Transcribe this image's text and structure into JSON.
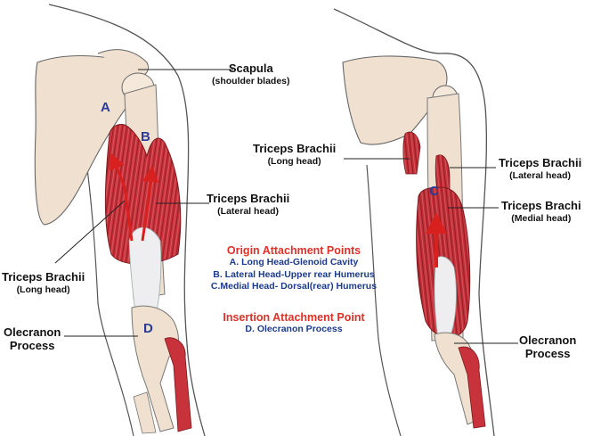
{
  "labels": {
    "scapula": {
      "title": "Scapula",
      "sub": "(shoulder blades)"
    },
    "lateral_left": {
      "title": "Triceps Brachii",
      "sub": "(Lateral head)"
    },
    "long_left": {
      "title": "Triceps Brachii",
      "sub": "(Long head)"
    },
    "olecranon_left": {
      "line1": "Olecranon",
      "line2": "Process"
    },
    "long_right": {
      "title": "Triceps Brachii",
      "sub": "(Long head)"
    },
    "lateral_right": {
      "title": "Triceps Brachii",
      "sub": "(Lateral head)"
    },
    "medial_right": {
      "title": "Triceps Brachi",
      "sub": "(Medial head)"
    },
    "olecranon_right": {
      "line1": "Olecranon",
      "line2": "Process"
    }
  },
  "letters": {
    "a": "A",
    "b": "B",
    "c": "C",
    "d": "D"
  },
  "legend": {
    "origin_title": "Origin Attachment Points",
    "origin_items": [
      "A. Long Head-Glenoid Cavity",
      "B. Lateral Head-Upper rear Humerus",
      "C.Medial Head- Dorsal(rear) Humerus"
    ],
    "insertion_title": "Insertion Attachment Point",
    "insertion_items": [
      "D. Olecranon Process"
    ]
  },
  "colors": {
    "muscle": "#c8323a",
    "tendon": "#eeeef0",
    "bone": "#efe0d0",
    "outline": "#555555",
    "arrow": "#d8201e",
    "legend_heading": "#e0302a",
    "legend_text": "#1c3a8a",
    "letter": "#2a3a9a"
  }
}
